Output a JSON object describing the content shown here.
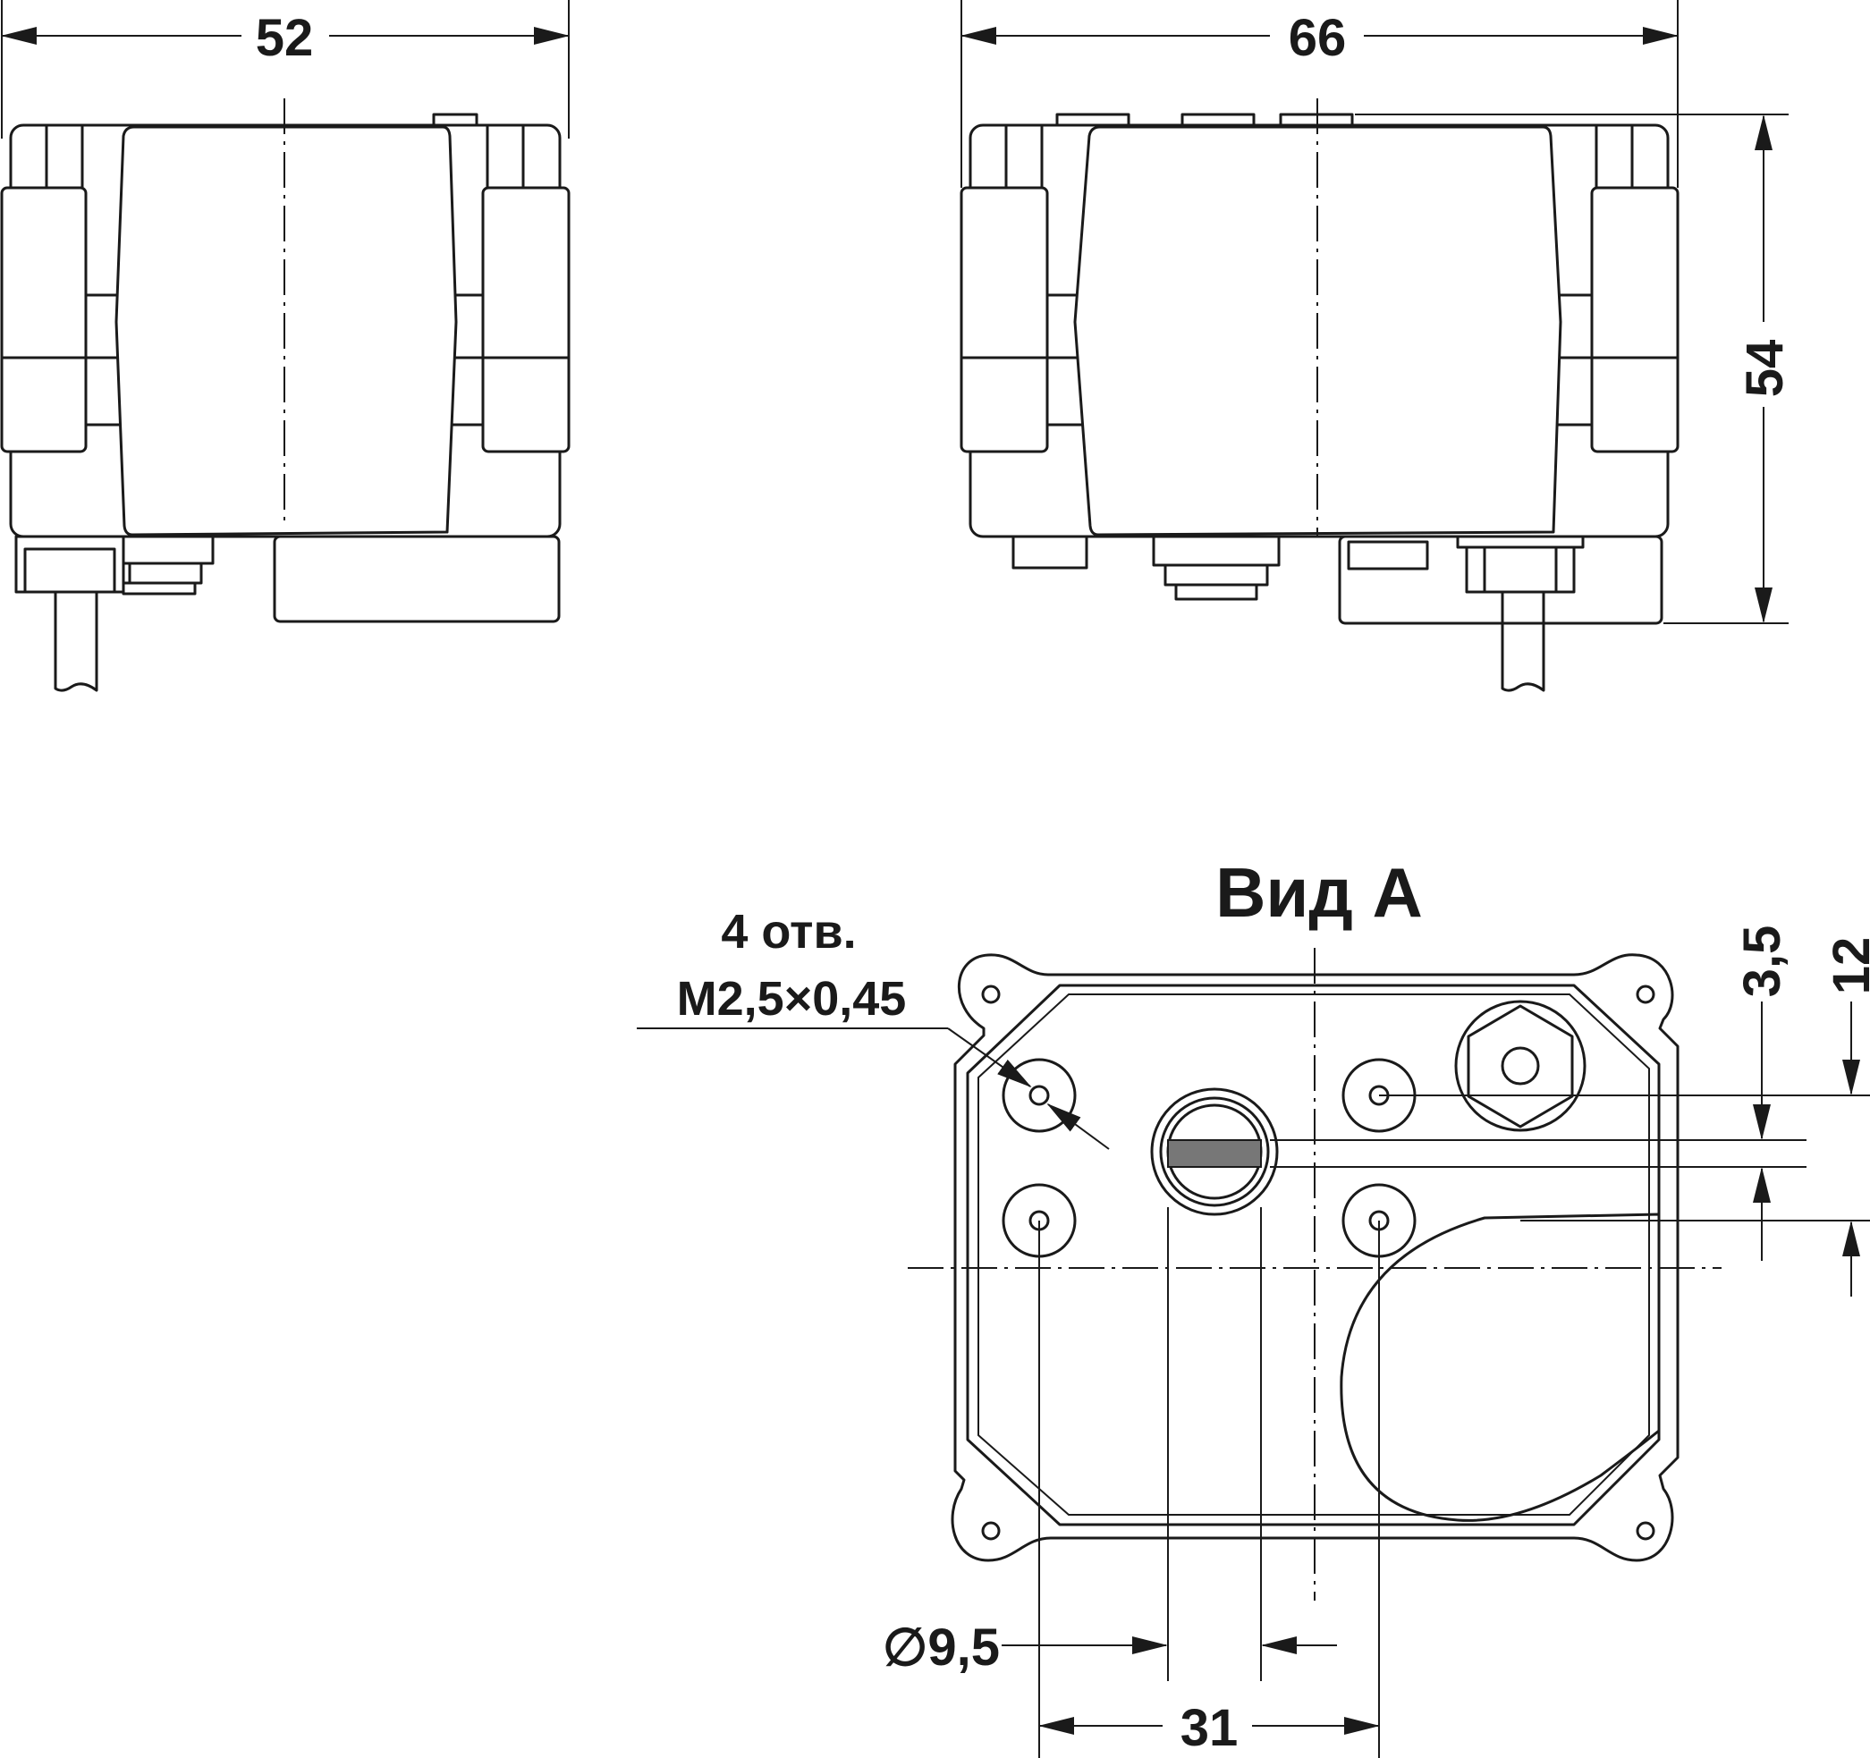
{
  "dimensions": {
    "width_side": "52",
    "width_front": "66",
    "height": "54",
    "offset_small": "3,5",
    "offset_large": "12",
    "diameter": "∅9,5",
    "spacing": "31"
  },
  "view_a": {
    "title": "Вид А",
    "holes_count": "4 отв.",
    "thread_spec": "М2,5×0,45"
  },
  "colors": {
    "line": "#1a1a1a",
    "shaft_slot": "#777777"
  }
}
